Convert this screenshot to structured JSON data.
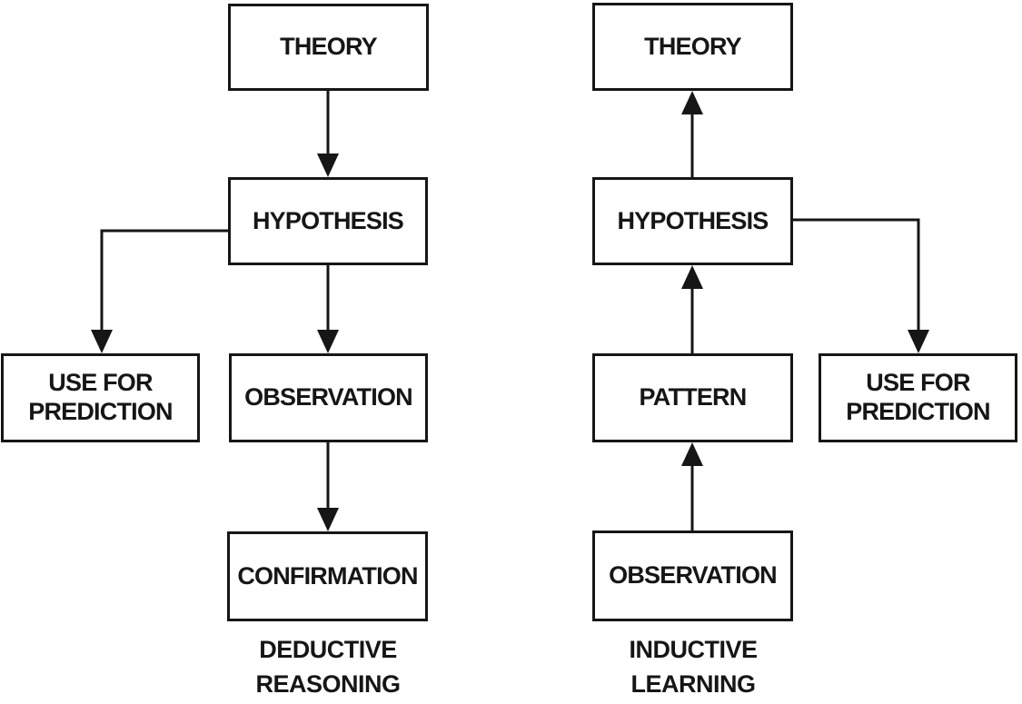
{
  "colors": {
    "ink": "#161616",
    "background": "#ffffff"
  },
  "diagrams": {
    "deductive": {
      "title_lines": [
        "DEDUCTIVE",
        "REASONING"
      ],
      "nodes": {
        "theory": "THEORY",
        "hypothesis": "HYPOTHESIS",
        "use_for_prediction": "USE FOR PREDICTION",
        "observation": "OBSERVATION",
        "confirmation": "CONFIRMATION"
      },
      "edges": [
        {
          "from": "THEORY",
          "to": "HYPOTHESIS",
          "direction": "down"
        },
        {
          "from": "HYPOTHESIS",
          "to": "USE FOR PREDICTION",
          "direction": "left-then-down"
        },
        {
          "from": "HYPOTHESIS",
          "to": "OBSERVATION",
          "direction": "down"
        },
        {
          "from": "OBSERVATION",
          "to": "CONFIRMATION",
          "direction": "down"
        }
      ]
    },
    "inductive": {
      "title_lines": [
        "INDUCTIVE",
        "LEARNING"
      ],
      "nodes": {
        "theory": "THEORY",
        "hypothesis": "HYPOTHESIS",
        "pattern": "PATTERN",
        "observation": "OBSERVATION",
        "use_for_prediction": "USE FOR PREDICTION"
      },
      "edges": [
        {
          "from": "OBSERVATION",
          "to": "PATTERN",
          "direction": "up"
        },
        {
          "from": "PATTERN",
          "to": "HYPOTHESIS",
          "direction": "up"
        },
        {
          "from": "HYPOTHESIS",
          "to": "THEORY",
          "direction": "up"
        },
        {
          "from": "HYPOTHESIS",
          "to": "USE FOR PREDICTION",
          "direction": "right-then-down"
        }
      ]
    }
  }
}
